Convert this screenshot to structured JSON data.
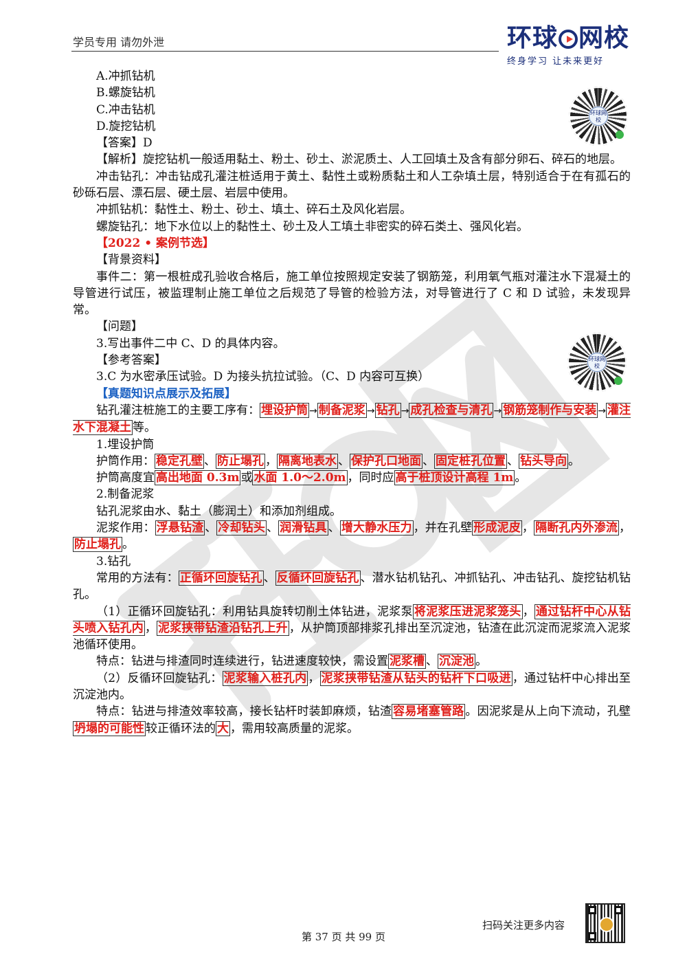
{
  "header": {
    "left_text": "学员专用 请勿外泄",
    "logo_pre": "环球",
    "logo_post": "网校",
    "slogan": "终身学习 让未来更好",
    "qr_badge": "环球网校"
  },
  "content": {
    "options": [
      "A.冲抓钻机",
      "B.螺旋钻机",
      "C.冲击钻机",
      "D.旋挖钻机"
    ],
    "answer": "【答案】D",
    "analysis": "【解析】旋挖钻机一般适用黏土、粉土、砂土、淤泥质土、人工回填土及含有部分卵石、碎石的地层。",
    "impact_drill": "冲击钻孔：冲击钻成孔灌注桩适用于黄土、黏性土或粉质黏土和人工杂填土层，特别适合于在有孤石的砂砾石层、漂石层、硬土层、岩层中使用。",
    "grab_drill": "冲抓钻机：黏性土、粉土、砂土、填土、碎石土及风化岩层。",
    "spiral_drill": "螺旋钻孔：地下水位以上的黏性土、砂土及人工填土非密实的碎石类土、强风化岩。",
    "case_title": "【2022 • 案例节选】",
    "background_label": "【背景资料】",
    "event2": "事件二：第一根桩成孔验收合格后，施工单位按照规定安装了钢筋笼，利用氧气瓶对灌注水下混凝土的导管进行试压，被监理制止施工单位之后规范了导管的检验方法，对导管进行了 C 和 D 试验，未发现异常。",
    "question_label": "【问题】",
    "question": "3.写出事件二中 C、D 的具体内容。",
    "ref_answer_label": "【参考答案】",
    "ref_answer": "3.C 为水密承压试验。D 为接头抗拉试验。（C、D 内容可互换）",
    "knowledge_title": "【真题知识点展示及拓展】",
    "process": {
      "intro": "钻孔灌注桩施工的主要工序有：",
      "steps": [
        "埋设护筒",
        "制备泥浆",
        "钻孔",
        "成孔检查与清孔",
        "钢筋笼制作与安装",
        "灌注水下混凝土"
      ],
      "arrow": "→",
      "end": "等。"
    },
    "s1": {
      "title": "1.埋设护筒",
      "func_label": "护筒作用：",
      "funcs": [
        "稳定孔壁",
        "防止塌孔",
        "隔离地表水",
        "保护孔口地面",
        "固定桩孔位置",
        "钻头导向"
      ],
      "height_pre": "护筒高度宜",
      "h1": "高出地面 0.3m",
      "h_or": "或",
      "h2": "水面 1.0～2.0m",
      "h_mid": "，同时应",
      "h3": "高于桩顶设计高程 1m"
    },
    "s2": {
      "title": "2.制备泥浆",
      "composition": "钻孔泥浆由水、黏土（膨润土）和添加剂组成。",
      "func_label": "泥浆作用：",
      "funcs": [
        "浮悬钻渣",
        "冷却钻头",
        "润滑钻具",
        "增大静水压力"
      ],
      "mid": "，并在孔壁",
      "f5": "形成泥皮",
      "f6": "隔断孔内外渗流",
      "f7": "防止塌孔"
    },
    "s3": {
      "title": "3.钻孔",
      "methods_label": "常用的方法有：",
      "m1": "正循环回旋钻孔",
      "m2": "反循环回旋钻孔",
      "methods_rest": "、潜水钻机钻孔、冲抓钻孔、冲击钻孔、旋挖钻机钻孔。",
      "p1_a": "（1）正循环回旋钻孔：利用钻具旋转切削土体钻进，泥浆泵",
      "p1_h1": "将泥浆压进泥浆笼头",
      "p1_h2": "通过钻杆中心从钻头喷入钻孔内",
      "p1_h3": "泥浆挟带钻渣沿钻孔上升",
      "p1_b": "，从护筒顶部排浆孔排出至沉淀池，钻渣在此沉淀而泥浆流入泥浆池循环使用。",
      "f1_a": "特点：钻进与排渣同时连续进行，钻进速度较快，需设置",
      "f1_h1": "泥浆槽",
      "f1_h2": "沉淀池",
      "p2_a": "（2）反循环回旋钻孔：",
      "p2_h1": "泥浆输入桩孔内",
      "p2_h2": "泥浆挟带钻渣从钻头的钻杆下口吸进",
      "p2_b": "，通过钻杆中心排出至沉淀池内。",
      "f2_a": "特点：钻进与排渣效率较高，接长钻杆时装卸麻烦，钻渣",
      "f2_h1": "容易堵塞管路",
      "f2_b": "。因泥浆是从上向下流动，孔壁",
      "f2_h2": "坍塌的可能性",
      "f2_c": "较正循环法的",
      "f2_h3": "大",
      "f2_d": "，需用较高质量的泥浆。"
    }
  },
  "footer": {
    "scan_text": "扫码关注更多内容",
    "page_text": "第 37 页 共 99 页"
  },
  "colors": {
    "highlight": "#e0201b",
    "section_blue": "#1e63c4",
    "logo": "#1b2f7a"
  }
}
